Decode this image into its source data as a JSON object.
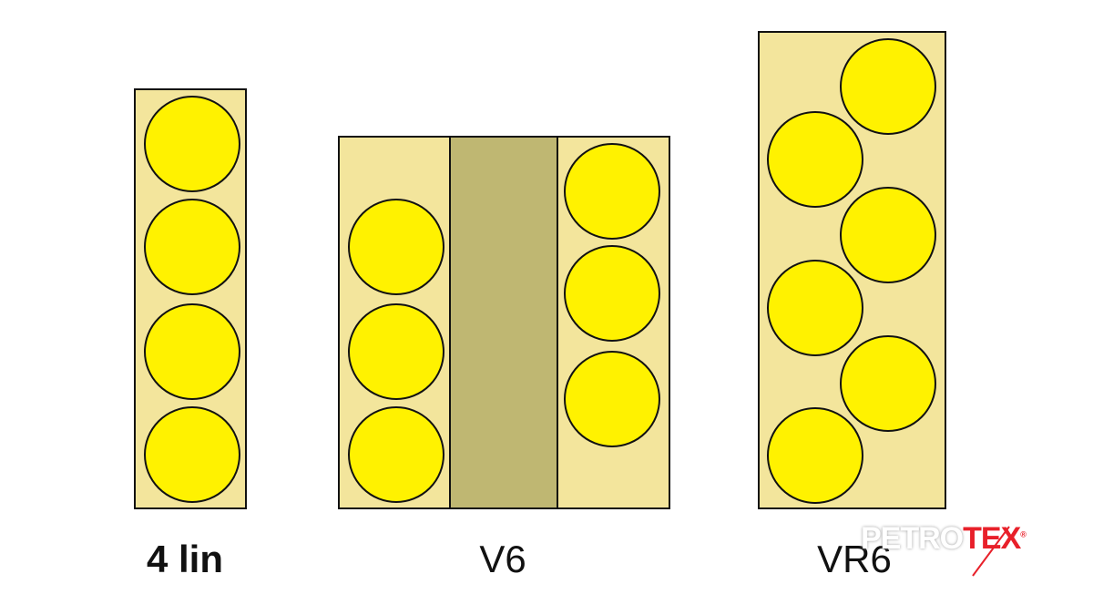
{
  "engines": [
    {
      "label": "4 lin",
      "cylinders": 4
    },
    {
      "label": "V6",
      "cylinders": 6
    },
    {
      "label": "VR6",
      "cylinders": 6
    }
  ],
  "logo": {
    "part1": "PETRO",
    "part2": "TEX",
    "mark": "®"
  },
  "colors": {
    "block": "#f3e59c",
    "valley": "#bfb772",
    "cylinder": "#fff200",
    "logo_red": "#e8202a"
  }
}
